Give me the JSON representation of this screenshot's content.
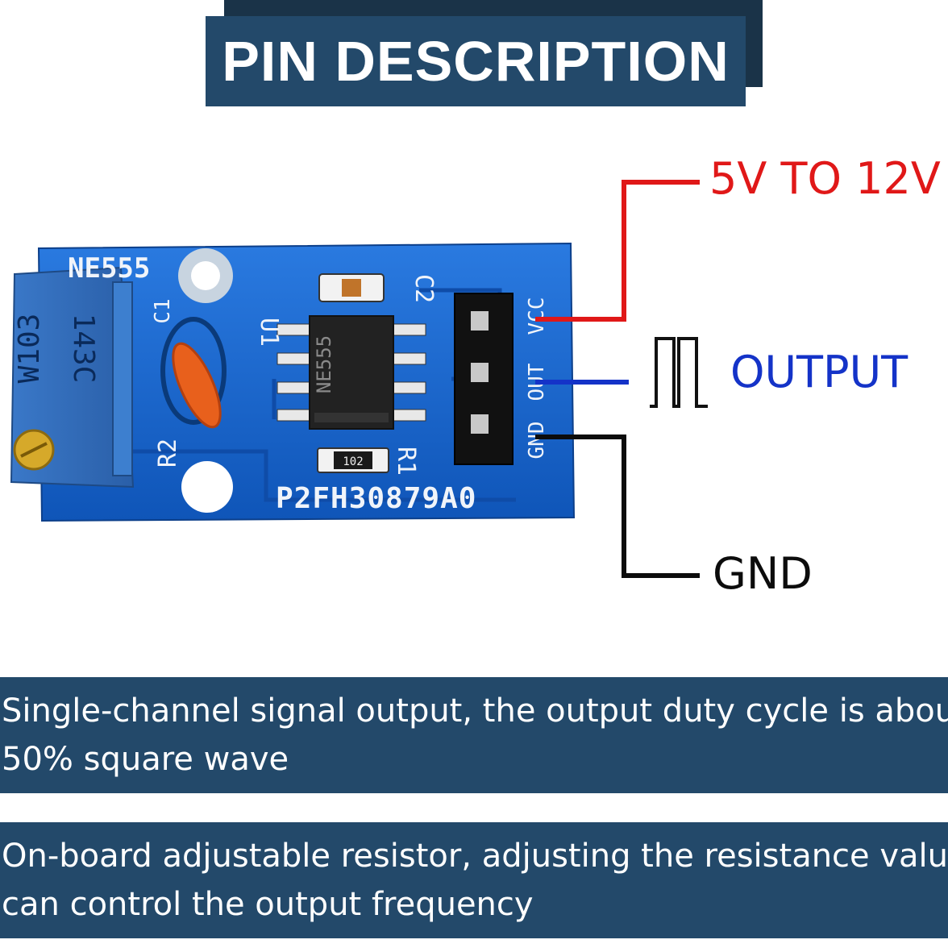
{
  "title": "PIN DESCRIPTION",
  "board": {
    "name_label": "NE555",
    "pot_label_1": "143C",
    "pot_label_2": "W103",
    "ic_label": "NE555",
    "c1_label": "C1",
    "c2_label": "C2",
    "u1_label": "U1",
    "r1_label": "R1",
    "r2_label": "R2",
    "resistor_value": "102",
    "serial": "P2FH30879A0",
    "pin_gnd": "GND",
    "pin_out": "OUT",
    "pin_vcc": "VCC"
  },
  "pins": {
    "vcc_label": "5V TO 12V",
    "output_label": "OUTPUT",
    "gnd_label": "GND"
  },
  "colors": {
    "banner": "#23496a",
    "vcc_wire": "#e01818",
    "output_wire": "#1433c8",
    "gnd_wire": "#0c0c0c",
    "pcb": "#1763c8"
  },
  "notes": [
    {
      "line1": "Single-channel signal output, the output duty cycle is about",
      "line2": "50% square wave"
    },
    {
      "line1": "On-board adjustable resistor, adjusting the resistance value",
      "line2": "can control the output frequency"
    }
  ]
}
